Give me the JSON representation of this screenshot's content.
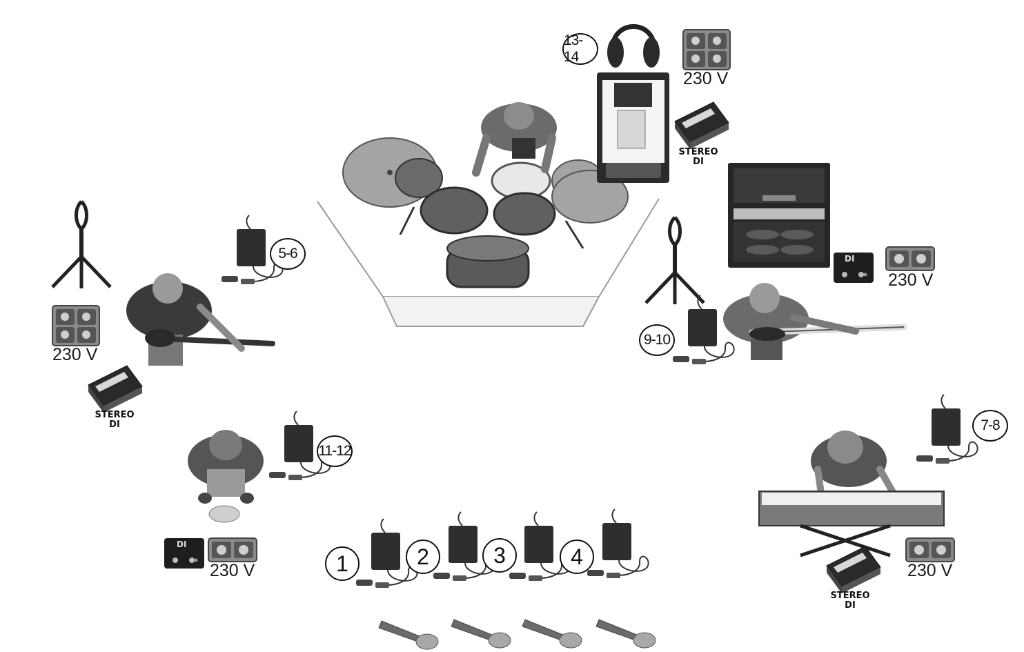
{
  "channels": {
    "ch1": "1",
    "ch2": "2",
    "ch3": "3",
    "ch4": "4",
    "ch5_6": "5-6",
    "ch7_8": "7-8",
    "ch9_10": "9-10",
    "ch11_12": "11-12",
    "ch13_14": "13-14"
  },
  "power": {
    "drums": "230 V",
    "left_guitar": "230 V",
    "bass": "230 V",
    "center_left": "230 V",
    "keys": "230 V"
  },
  "di": {
    "stereo_line1": "STEREO",
    "stereo_line2": "DI",
    "mono_label": "DI"
  },
  "colors": {
    "gear_dark": "#2e2e2e",
    "gear_mid": "#6b6b6b",
    "gear_light": "#a8a8a8",
    "riser_line": "#9a9a9a"
  },
  "icons": {
    "receiver": "bodypack-receiver-icon",
    "handheld": "handheld-mic-icon",
    "headphones": "headphones-icon",
    "outlet": "power-outlet-icon",
    "stand": "instrument-stand-icon"
  }
}
